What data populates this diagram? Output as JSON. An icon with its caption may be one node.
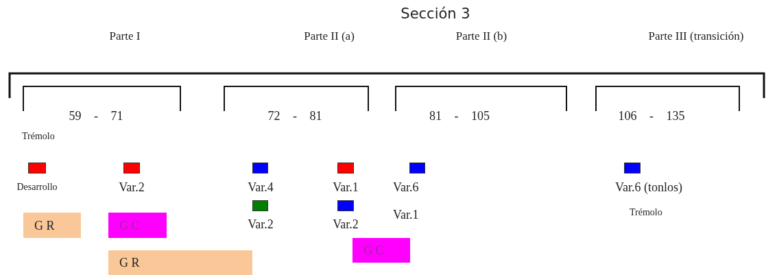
{
  "diagram": {
    "title": "Sección 3",
    "nodes": [
      {
        "text": [],
        "shape": "box",
        "beside": [
          "Desarrollo"
        ]
      },
      {
        "text": [],
        "shape": "box",
        "beside": [
          "Var.2"
        ]
      },
      {
        "text": [],
        "shape": "box",
        "beside": [
          "Var.4"
        ]
      },
      {
        "text": [],
        "shape": "box",
        "beside": [
          "Var.1"
        ]
      },
      {
        "text": [],
        "shape": "box",
        "beside": [
          "Var.6"
        ]
      },
      {
        "text": [],
        "shape": "box",
        "beside": [
          "Var.6 (tonlos)"
        ]
      },
      {
        "text": [],
        "shape": "box",
        "beside": [
          "Var.2"
        ]
      },
      {
        "text": [],
        "shape": "box",
        "beside": [
          "Var.2"
        ]
      },
      {
        "text": [
          "G R"
        ]
      },
      {
        "text": [
          "G C"
        ]
      },
      {
        "text": [
          "G C"
        ]
      },
      {
        "text": [
          "G R"
        ]
      }
    ],
    "labels": [
      "Parte I",
      "Parte II (a)",
      "Parte II (b)",
      "Parte III (transición)",
      "59 - 71",
      "72 - 81",
      "81 - 105",
      "106 - 135",
      "Trémolo",
      "Var.1",
      "Trémolo"
    ]
  }
}
